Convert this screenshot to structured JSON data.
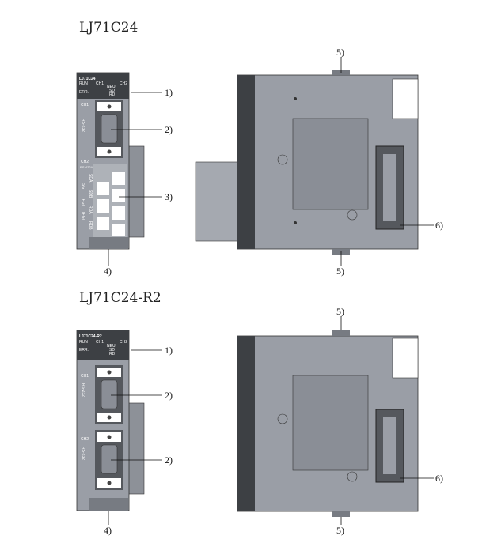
{
  "modules": [
    {
      "title": "LJ71C24",
      "front": {
        "model": "LJ71C24",
        "run": "RUN",
        "err": "ERR.",
        "ch1": "CH1",
        "ch2": "CH2",
        "leds": [
          "NEU.",
          "SD",
          "RD"
        ],
        "port1_label": "CH1",
        "port1_type": "RS-232",
        "port2_label": "CH2",
        "port2_type": "RS-422/485",
        "terminals": [
          "SDA",
          "SDB",
          "RDA",
          "RDB",
          "SG",
          "(FG)",
          "(FG)"
        ]
      },
      "callouts": {
        "c1": "1)",
        "c2": "2)",
        "c3": "3)",
        "c4": "4)",
        "c5_top": "5)",
        "c5_bottom": "5)",
        "c6": "6)"
      }
    },
    {
      "title": "LJ71C24-R2",
      "front": {
        "model": "LJ71C24-R2",
        "run": "RUN",
        "err": "ERR.",
        "ch1": "CH1",
        "ch2": "CH2",
        "leds": [
          "NEU.",
          "SD",
          "RD"
        ],
        "port1_label": "CH1",
        "port1_type": "RS-232",
        "port2_label": "CH2",
        "port2_type": "RS-232"
      },
      "callouts": {
        "c1": "1)",
        "c2a": "2)",
        "c2b": "2)",
        "c4": "4)",
        "c5_top": "5)",
        "c5_bottom": "5)",
        "c6": "6)"
      }
    }
  ],
  "colors": {
    "body": "#9a9ea6",
    "dark": "#3d4044",
    "panel": "#b8bcc2"
  }
}
